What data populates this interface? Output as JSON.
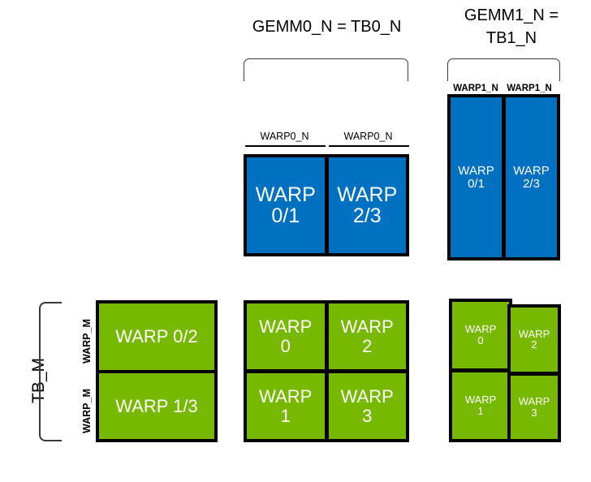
{
  "diagram": {
    "title_labels": {
      "gemm0": "GEMM0_N = TB0_N",
      "gemm1_line1": "GEMM1_N =",
      "gemm1_line2": "TB1_N",
      "tb_m": "TB_M"
    },
    "column_labels": {
      "warp0_n_left": "WARP0_N",
      "warp0_n_right": "WARP0_N",
      "warp1_n_left": "WARP1_N",
      "warp1_n_right": "WARP1_N"
    },
    "row_labels": {
      "warp_m_top": "WARP_M",
      "warp_m_bottom": "WARP_M"
    },
    "blue_middle": {
      "cells": [
        {
          "line1": "WARP",
          "line2": "0/1"
        },
        {
          "line1": "WARP",
          "line2": "2/3"
        }
      ]
    },
    "blue_right": {
      "cells": [
        {
          "line1": "WARP",
          "line2": "0/1"
        },
        {
          "line1": "WARP",
          "line2": "2/3"
        }
      ]
    },
    "green_left": {
      "cells": [
        {
          "line1": "WARP 0/2"
        },
        {
          "line1": "WARP 1/3"
        }
      ]
    },
    "green_middle": {
      "cells": [
        {
          "line1": "WARP",
          "line2": "0"
        },
        {
          "line1": "WARP",
          "line2": "2"
        },
        {
          "line1": "WARP",
          "line2": "1"
        },
        {
          "line1": "WARP",
          "line2": "3"
        }
      ]
    },
    "green_right": {
      "cells": [
        {
          "line1": "WARP",
          "line2": "0"
        },
        {
          "line1": "WARP",
          "line2": "2"
        },
        {
          "line1": "WARP",
          "line2": "1"
        },
        {
          "line1": "WARP",
          "line2": "3"
        }
      ]
    },
    "colors": {
      "blue": "#0070C0",
      "green": "#76B900",
      "border": "#000000",
      "bracket": "#3A3A3A",
      "text_on_fill": "#FFFFFF",
      "text": "#000000",
      "background": "#FFFFFF"
    }
  }
}
